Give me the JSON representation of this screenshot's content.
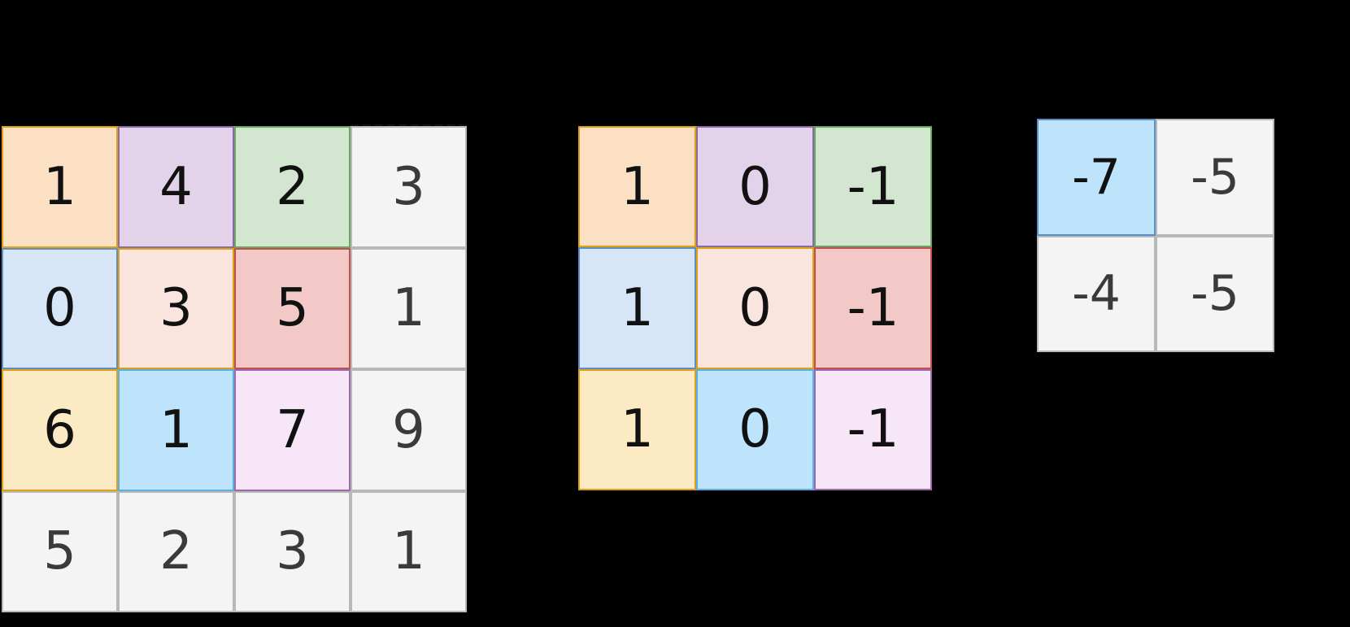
{
  "chart_data": {
    "type": "table",
    "title": "",
    "panels": [
      {
        "name": "input-matrix",
        "rows": 4,
        "cols": 4,
        "values": [
          [
            1,
            4,
            2,
            3
          ],
          [
            0,
            3,
            5,
            1
          ],
          [
            6,
            1,
            7,
            9
          ],
          [
            5,
            2,
            3,
            1
          ]
        ]
      },
      {
        "name": "kernel-matrix",
        "rows": 3,
        "cols": 3,
        "values": [
          [
            1,
            0,
            -1
          ],
          [
            1,
            0,
            -1
          ],
          [
            1,
            0,
            -1
          ]
        ]
      },
      {
        "name": "output-matrix",
        "rows": 2,
        "cols": 2,
        "values": [
          [
            -7,
            -5
          ],
          [
            -4,
            -5
          ]
        ]
      }
    ]
  },
  "background": "#000000",
  "palette": {
    "default_fill": "#f4f4f4",
    "default_border": "#b8b8b8",
    "text": "#3a3a3a",
    "text_highlight": "#111111",
    "dash_line": "#111111",
    "cells": [
      {
        "fill": "#fce0c4",
        "border": "#e0a014"
      },
      {
        "fill": "#e2d2ea",
        "border": "#8a6aa8"
      },
      {
        "fill": "#d3e7d0",
        "border": "#6aa662"
      },
      {
        "fill": "#d7e6f7",
        "border": "#5e8fc4"
      },
      {
        "fill": "#f9e5dd",
        "border": "#e0a014"
      },
      {
        "fill": "#f2c9c6",
        "border": "#c0504d"
      },
      {
        "fill": "#fbeac4",
        "border": "#e0a014"
      },
      {
        "fill": "#bde4fa",
        "border": "#5ab0e4"
      },
      {
        "fill": "#f6e6f8",
        "border": "#9b6aa8"
      }
    ],
    "output_highlight": {
      "fill": "#bde4fa",
      "border": "#5e8fc4"
    }
  },
  "input": {
    "cells": [
      {
        "value": "1",
        "style": 0
      },
      {
        "value": "4",
        "style": 1
      },
      {
        "value": "2",
        "style": 2
      },
      {
        "value": "3",
        "style": -1
      },
      {
        "value": "0",
        "style": 3
      },
      {
        "value": "3",
        "style": 4
      },
      {
        "value": "5",
        "style": 5
      },
      {
        "value": "1",
        "style": -1
      },
      {
        "value": "6",
        "style": 6
      },
      {
        "value": "1",
        "style": 7
      },
      {
        "value": "7",
        "style": 8
      },
      {
        "value": "9",
        "style": -1
      },
      {
        "value": "5",
        "style": -1
      },
      {
        "value": "2",
        "style": -1
      },
      {
        "value": "3",
        "style": -1
      },
      {
        "value": "1",
        "style": -1
      }
    ]
  },
  "kernel": {
    "cells": [
      {
        "value": "1",
        "style": 0
      },
      {
        "value": "0",
        "style": 1
      },
      {
        "value": "-1",
        "style": 2
      },
      {
        "value": "1",
        "style": 3
      },
      {
        "value": "0",
        "style": 4
      },
      {
        "value": "-1",
        "style": 5
      },
      {
        "value": "1",
        "style": 6
      },
      {
        "value": "0",
        "style": 7
      },
      {
        "value": "-1",
        "style": 8
      }
    ]
  },
  "output": {
    "cells": [
      {
        "value": "-7",
        "style": 100
      },
      {
        "value": "-5",
        "style": -1
      },
      {
        "value": "-4",
        "style": -1
      },
      {
        "value": "-5",
        "style": -1
      }
    ]
  }
}
